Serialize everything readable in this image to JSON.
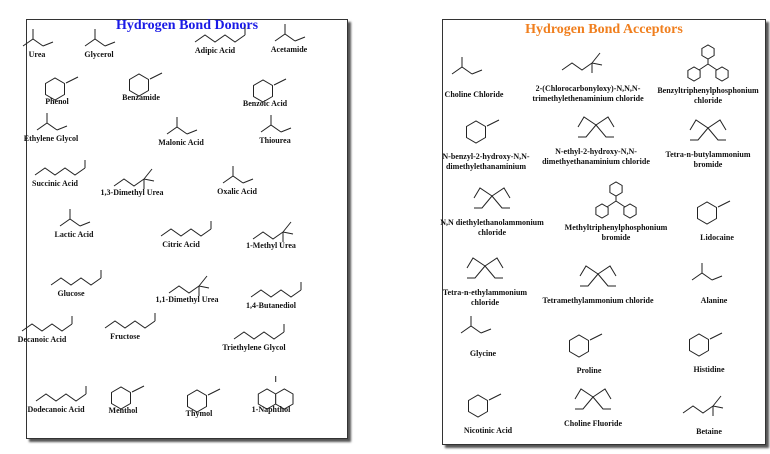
{
  "donors": {
    "title": "Hydrogen Bond Donors",
    "color": "#1a1ae6",
    "compounds": [
      "Urea",
      "Glycerol",
      "Adipic Acid",
      "Acetamide",
      "Phenol",
      "Benzamide",
      "Benzoic Acid",
      "Ethylene Glycol",
      "Malonic Acid",
      "Thiourea",
      "Succinic Acid",
      "1,3-Dimethyl Urea",
      "Oxalic Acid",
      "Lactic Acid",
      "Citric Acid",
      "1-Methyl Urea",
      "Glucose",
      "1,1-Dimethyl Urea",
      "1,4-Butanediol",
      "Decanoic Acid",
      "Fructose",
      "Triethylene Glycol",
      "Dodecanoic Acid",
      "Menthol",
      "Thymol",
      "1-Naphthol"
    ]
  },
  "acceptors": {
    "title": "Hydrogen Bond Acceptors",
    "color": "#f07f1e",
    "compounds": [
      [
        "Choline Chloride"
      ],
      [
        "2-(Chlorocarbonyloxy)-N,N,N-",
        "trimethylethenaminium chloride"
      ],
      [
        "Benzyltriphenylphosphonium",
        "chloride"
      ],
      [
        "N-benzyl-2-hydroxy-N,N-",
        "dimethylethanaminium"
      ],
      [
        "N-ethyl-2-hydroxy-N,N-",
        "dimethyethanaminium chloride"
      ],
      [
        "Tetra-n-butylammonium",
        "bromide"
      ],
      [
        "N,N diethylethanolammonium",
        "chloride"
      ],
      [
        "Methyltriphenylphosphonium",
        "bromide"
      ],
      [
        "Lidocaine"
      ],
      [
        "Tetra-n-ethylammonium",
        "chloride"
      ],
      [
        "Tetramethylammonium chloride"
      ],
      [
        "Alanine"
      ],
      [
        "Glycine"
      ],
      [
        "Proline"
      ],
      [
        "Histidine"
      ],
      [
        "Nicotinic Acid"
      ],
      [
        "Choline Fluoride"
      ],
      [
        "Betaine"
      ]
    ]
  }
}
